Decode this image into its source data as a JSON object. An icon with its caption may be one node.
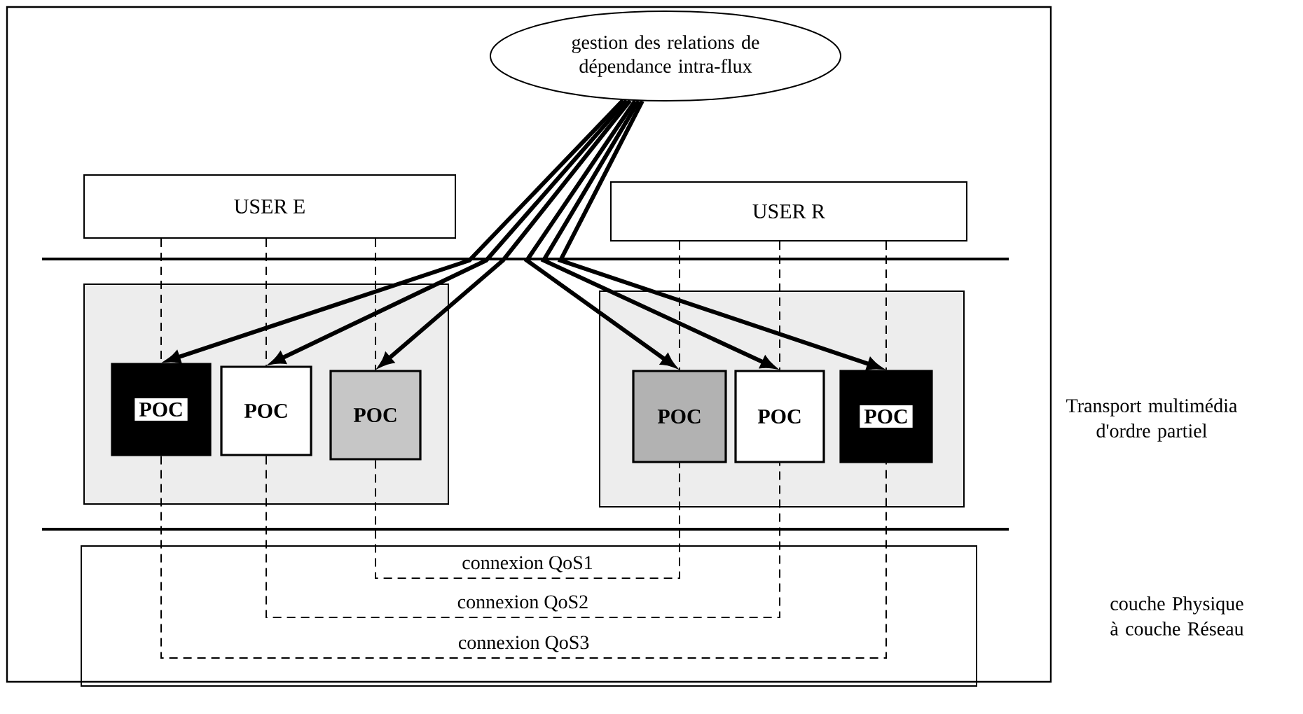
{
  "diagram": {
    "nodes": [
      {
        "text": [
          "gestion des relations de dépendance intra-flux"
        ]
      },
      {
        "text": [
          "USER E"
        ]
      },
      {
        "text": [
          "USER R"
        ]
      },
      {
        "text": [],
        "shape": "box"
      },
      {
        "text": [
          "POC"
        ],
        "in": 3
      },
      {
        "text": [
          "POC"
        ],
        "in": 3
      },
      {
        "text": [
          "POC"
        ],
        "in": 3
      },
      {
        "text": [],
        "shape": "box"
      },
      {
        "text": [
          "POC"
        ],
        "in": 7
      },
      {
        "text": [
          "POC"
        ],
        "in": 7
      },
      {
        "text": [
          "POC"
        ],
        "in": 7
      }
    ],
    "edges": [
      {
        "from": 0,
        "to": 4,
        "arrow": "to",
        "style": "thick"
      },
      {
        "from": 0,
        "to": 5,
        "arrow": "to",
        "style": "thick"
      },
      {
        "from": 0,
        "to": 6,
        "arrow": "to",
        "style": "thick"
      },
      {
        "from": 0,
        "to": 8,
        "arrow": "to",
        "style": "thick"
      },
      {
        "from": 0,
        "to": 9,
        "arrow": "to",
        "style": "thick"
      },
      {
        "from": 0,
        "to": 10,
        "arrow": "to",
        "style": "thick"
      },
      {
        "from": 1,
        "to": 4,
        "arrow": "none",
        "style": "dashed"
      },
      {
        "from": 1,
        "to": 5,
        "arrow": "none",
        "style": "dashed"
      },
      {
        "from": 1,
        "to": 6,
        "arrow": "none",
        "style": "dashed"
      },
      {
        "from": 2,
        "to": 8,
        "arrow": "none",
        "style": "dashed"
      },
      {
        "from": 2,
        "to": 9,
        "arrow": "none",
        "style": "dashed"
      },
      {
        "from": 2,
        "to": 10,
        "arrow": "none",
        "style": "dashed"
      },
      {
        "from": 6,
        "to": 8,
        "arrow": "none",
        "style": "dashed",
        "label": "connexion QoS1"
      },
      {
        "from": 5,
        "to": 9,
        "arrow": "none",
        "style": "dashed",
        "label": "connexion QoS2"
      },
      {
        "from": 4,
        "to": 10,
        "arrow": "none",
        "style": "dashed",
        "label": "connexion QoS3"
      }
    ],
    "labels": [
      "Transport multimédia d'ordre partiel",
      "couche Physique à couche Réseau"
    ]
  }
}
